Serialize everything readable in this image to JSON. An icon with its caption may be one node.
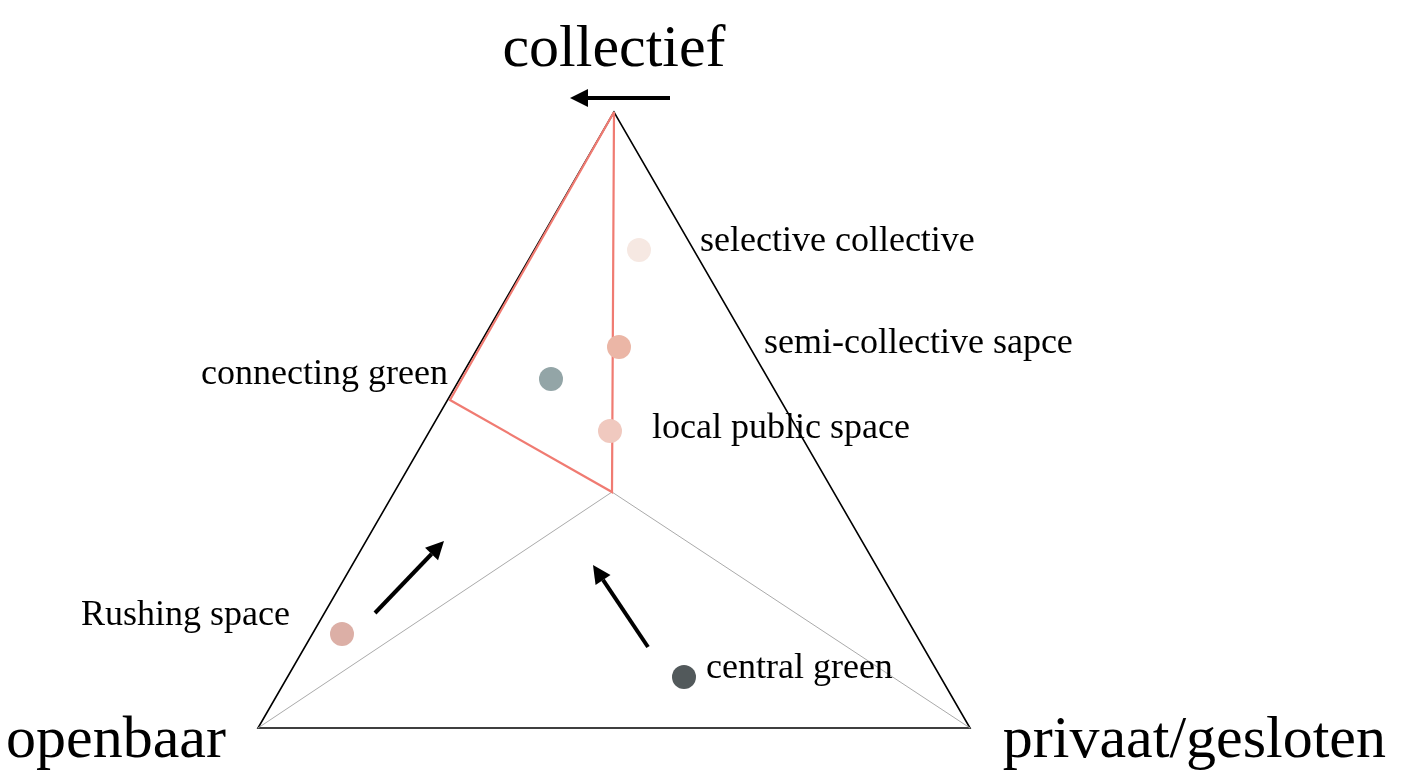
{
  "diagram": {
    "nodes": [
      {
        "text": [],
        "shape": "circle",
        "beside": [
          "selective collective"
        ]
      },
      {
        "text": [],
        "shape": "circle",
        "beside": [
          "semi-collective sapce"
        ]
      },
      {
        "text": [],
        "shape": "circle"
      },
      {
        "text": [],
        "shape": "circle",
        "beside": [
          "local public space"
        ]
      },
      {
        "text": [],
        "shape": "circle",
        "beside": [
          "Rushing space"
        ]
      },
      {
        "text": [],
        "shape": "circle",
        "beside": [
          "central green"
        ]
      }
    ],
    "edges": [],
    "labels": [
      "collectief",
      "connecting green",
      "openbaar",
      "privaat/gesloten"
    ]
  }
}
